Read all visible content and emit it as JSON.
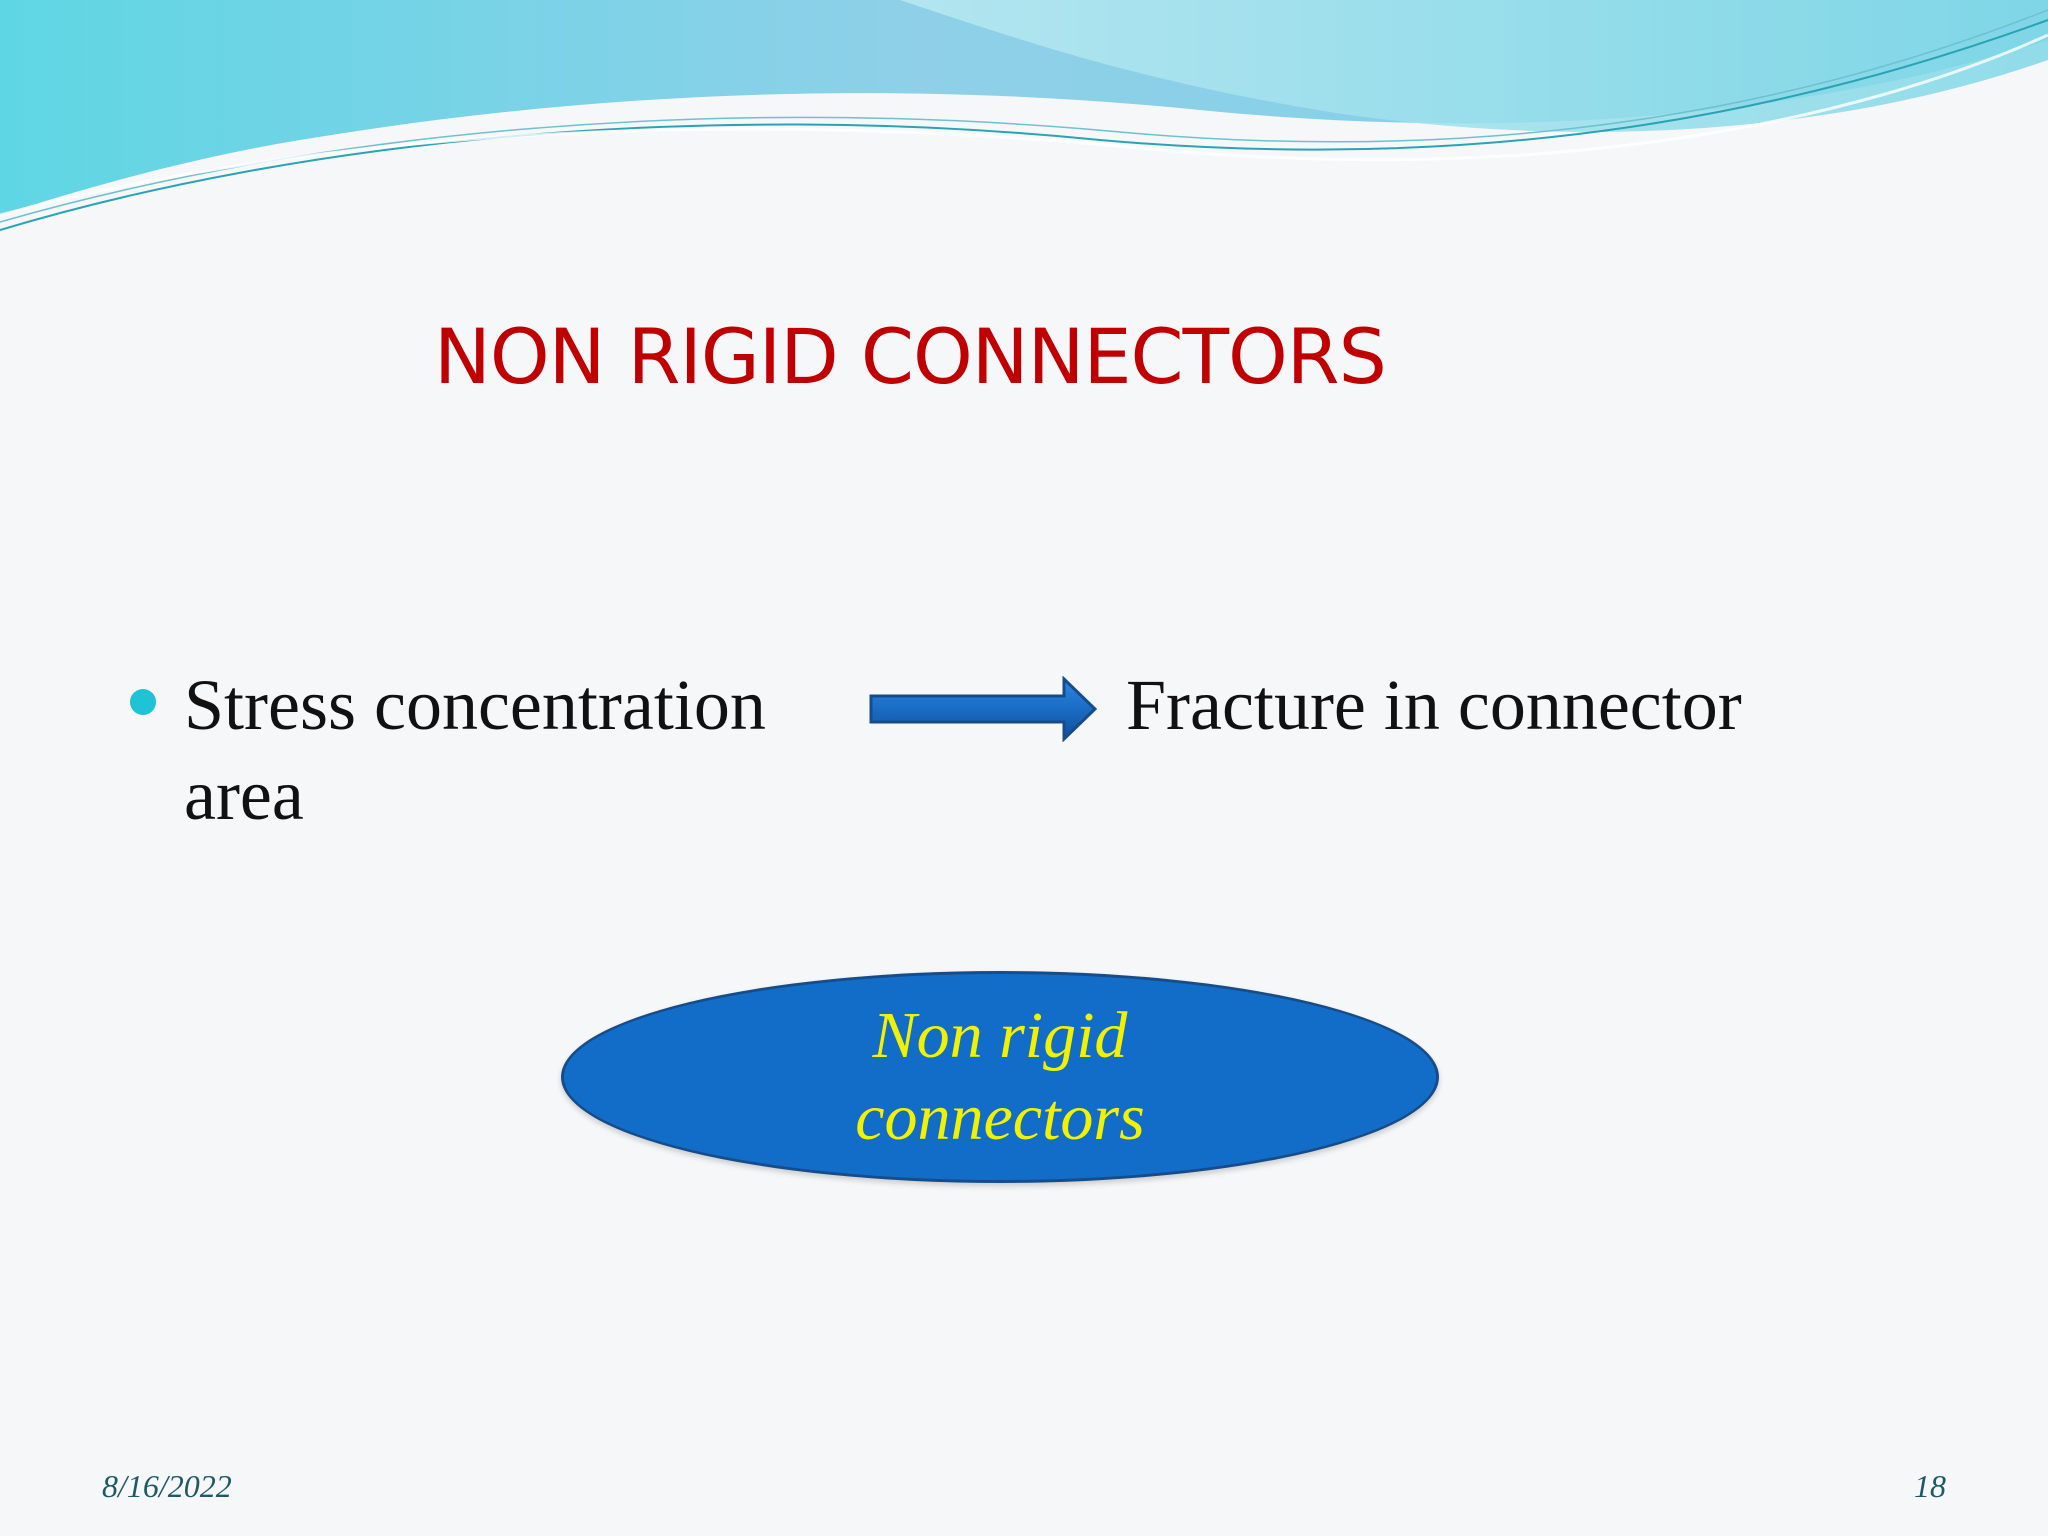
{
  "slide": {
    "title": "NON RIGID CONNECTORS",
    "bullet": {
      "line1": "Stress concentration",
      "line2": "area"
    },
    "result": "Fracture in connector",
    "oval": {
      "line1": "Non rigid",
      "line2": "connectors"
    },
    "footer": {
      "date": "8/16/2022",
      "page": "18"
    }
  },
  "colors": {
    "title": "#c00000",
    "bullet": "#1fc3d6",
    "arrow": "#1a6cc4",
    "oval_fill": "#126dc8",
    "oval_text": "#f2f200"
  },
  "icons": {
    "arrow": "right-arrow-icon",
    "bullet": "bullet-dot-icon"
  }
}
